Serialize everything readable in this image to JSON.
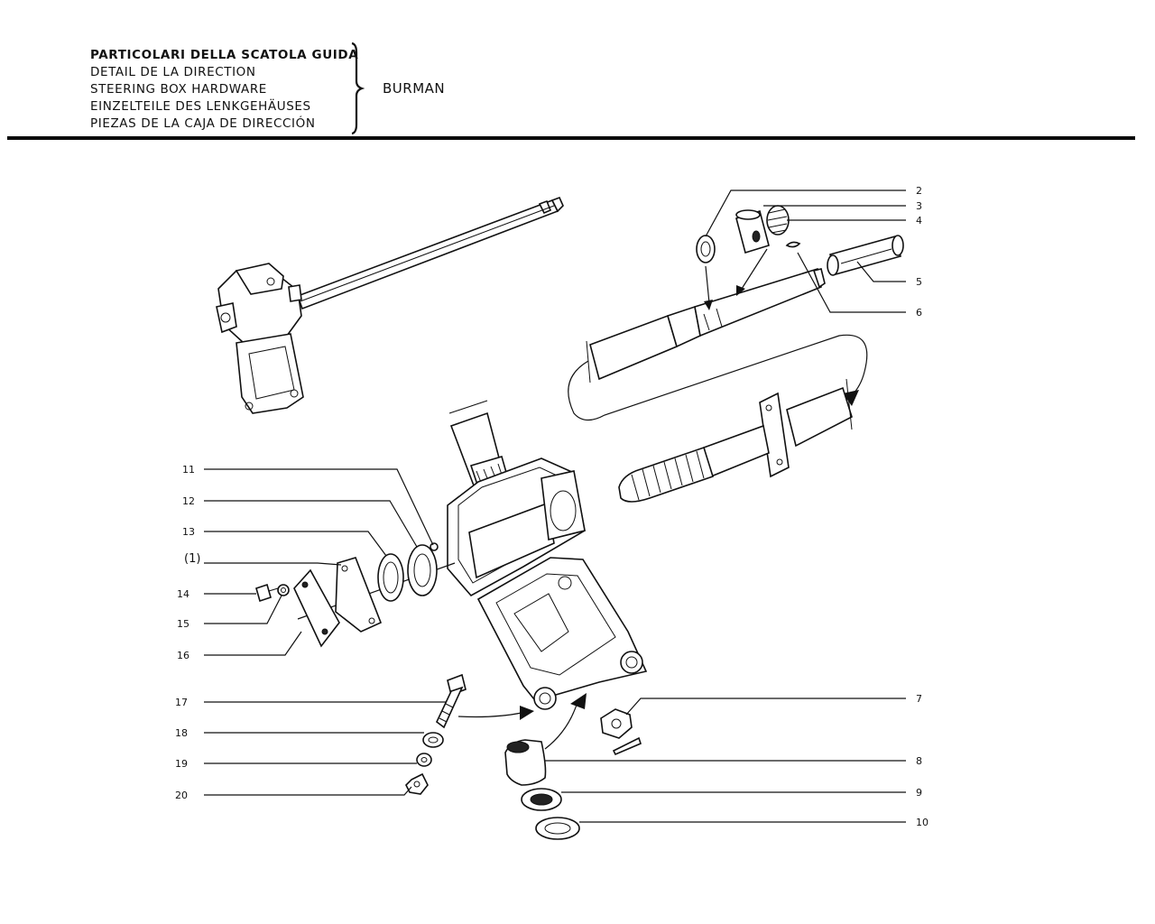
{
  "header": {
    "titles": [
      "PARTICOLARI DELLA SCATOLA GUIDA",
      "DETAIL DE LA DIRECTION",
      "STEERING BOX HARDWARE",
      "EINZELTEILE DES LENKGEHÄUSES",
      "PIEZAS DE LA CAJA DE DIRECCIÓN"
    ],
    "manufacturer": "BURMAN"
  },
  "callouts": {
    "c2": "2",
    "c3": "3",
    "c4": "4",
    "c5": "5",
    "c6": "6",
    "c7": "7",
    "c8": "8",
    "c9": "9",
    "c10": "10",
    "c11": "11",
    "c12": "12",
    "c13": "13",
    "c1": "(1)",
    "c14": "14",
    "c15": "15",
    "c16": "16",
    "c17": "17",
    "c18": "18",
    "c19": "19",
    "c20": "20"
  }
}
